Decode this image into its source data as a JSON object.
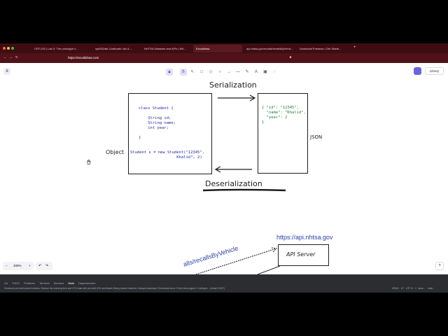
{
  "browser": {
    "tabs": [
      {
        "label": "CRT-202 | Lab 3: The prototype o..."
      },
      {
        "label": "cpit252lab-3-kalharbi: lab-3-..."
      },
      {
        "label": "NHTSA Datasets and APIs | NH..."
      },
      {
        "label": "Excalidraw",
        "active": true
      },
      {
        "label": "api.nhtsa.gov/recalls/recallsByVehic..."
      },
      {
        "label": "Download Postman | Get Starte..."
      }
    ],
    "url": "https://excalidraw.com"
  },
  "excalidraw": {
    "library_label": "Library",
    "zoom": "100%",
    "accent": "#6965db"
  },
  "drawing": {
    "serialization": "Serialization",
    "deserialization": "Deserialization",
    "object_label": "Object",
    "json_label": "JSON",
    "code_lines": [
      "class Student {",
      "",
      "    String id;",
      "    String name;",
      "    int year;",
      "",
      "}"
    ],
    "code_instance": "Student s = new Student(\"12345\",\n                    Khalid\", 2)",
    "json_text": "{ \"id\": \"12345\",\n  \"name\": \"Khalid\",\n  \"year\": 2\n}",
    "api_url": "https://api.nhtsa.gov",
    "api_server": "API Server",
    "endpoint": "alls/recallsByVehicle"
  },
  "ide": {
    "tools": [
      "Git",
      "TODO",
      "Problems",
      "Terminal",
      "Services",
      "Build",
      "Dependencies"
    ],
    "message": "Download pre-built shared indexes: Reduce the indexing time and CPU load with pre-built JDK and Maven library shared indexes // Always download // Download once // Don't show again // Configure... (today 9:38 P)",
    "status": [
      "HEAD",
      "LF",
      "UTF-8",
      "4 spac...",
      "main"
    ]
  }
}
